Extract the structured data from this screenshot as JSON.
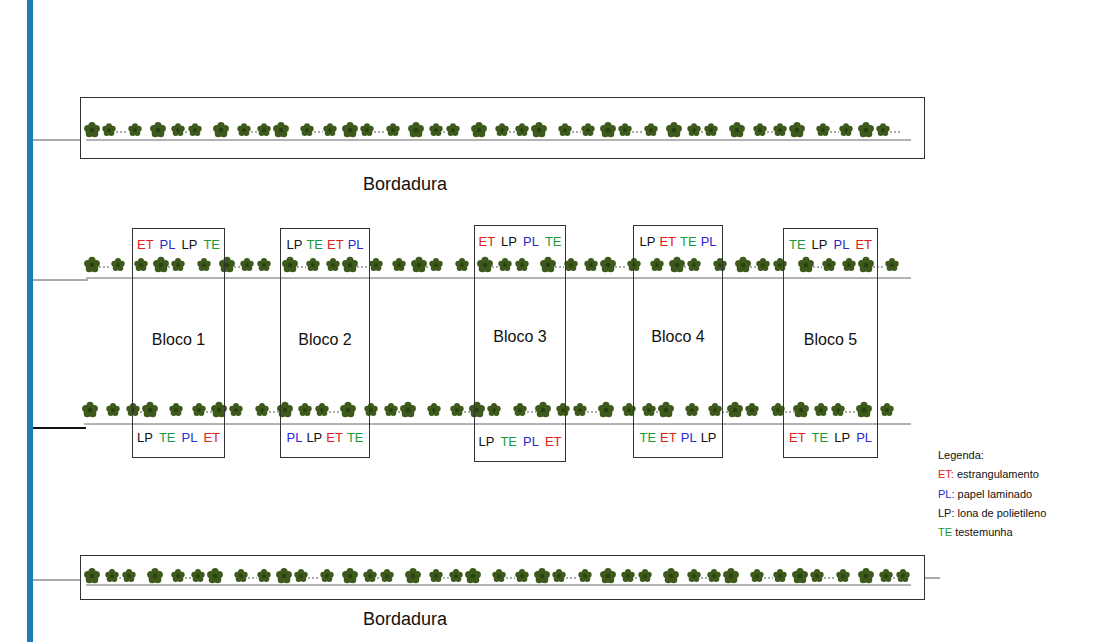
{
  "diagram": {
    "nodes": [
      {
        "text": [
          "Bordadura"
        ]
      },
      {
        "text": [
          "ET",
          "PL",
          "LP",
          "TE",
          "Bloco 1",
          "LP",
          "TE",
          "PL",
          "ET"
        ]
      },
      {
        "text": [
          "LP",
          "TE",
          "ET",
          "PL",
          "Bloco 2",
          "PL",
          "LP",
          "ET",
          "TE"
        ]
      },
      {
        "text": [
          "ET",
          "LP",
          "PL",
          "TE",
          "Bloco 3",
          "LP",
          "TE",
          "PL",
          "ET"
        ]
      },
      {
        "text": [
          "LP",
          "ET",
          "TE",
          "PL",
          "Bloco 4",
          "TE",
          "ET",
          "PL",
          "LP"
        ]
      },
      {
        "text": [
          "TE",
          "LP",
          "PL",
          "ET",
          "Bloco 5",
          "ET",
          "TE",
          "LP",
          "PL"
        ]
      },
      {
        "text": [
          "Bordadura"
        ]
      }
    ],
    "labels": [
      "Legenda:",
      "ET:",
      "PL:",
      "LP:",
      "TE"
    ],
    "legend": [
      {
        "text": "estrangulamento",
        "color": "#e02020"
      },
      {
        "text": "papel laminado",
        "color": "#2a2ad0"
      },
      {
        "text": "lona de polietileno",
        "color": "#111111"
      },
      {
        "text": "testemunha",
        "color": "#1a9a3a"
      }
    ]
  }
}
